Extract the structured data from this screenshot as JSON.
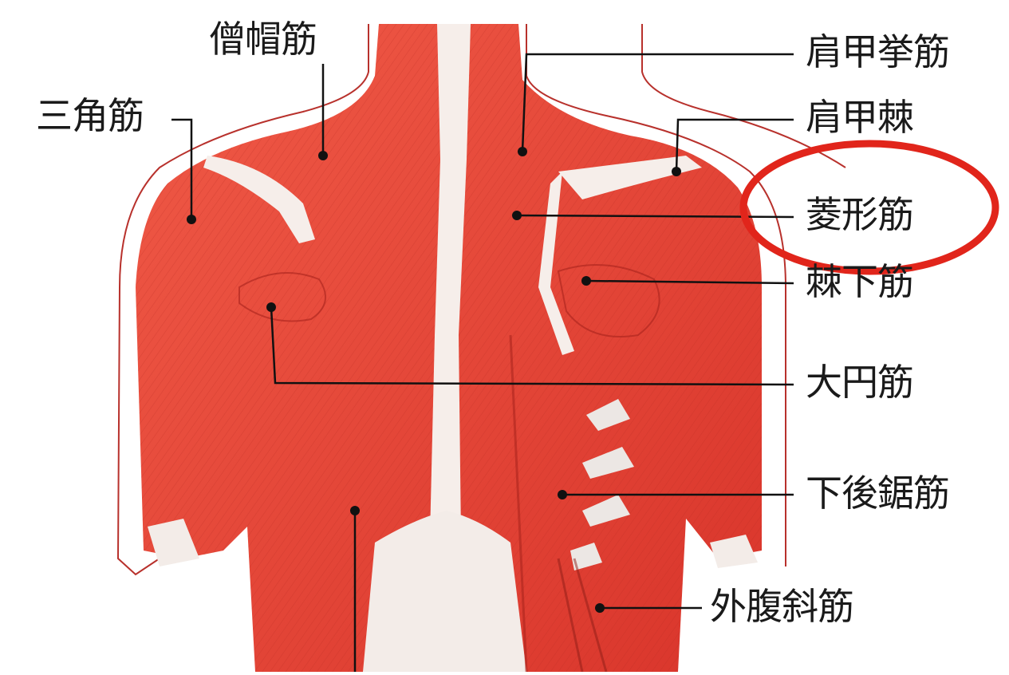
{
  "diagram": {
    "labels": {
      "trapezius": "僧帽筋",
      "deltoid": "三角筋",
      "levator_scapulae": "肩甲挙筋",
      "scapular_spine": "肩甲棘",
      "rhomboid": "菱形筋",
      "infraspinatus": "棘下筋",
      "teres_major": "大円筋",
      "serratus_posterior_inferior": "下後鋸筋",
      "external_oblique": "外腹斜筋"
    },
    "highlight": {
      "target": "rhomboid",
      "color": "#e1251b"
    },
    "colors": {
      "muscle": "#e8493a",
      "muscle_dark": "#c22a22",
      "tendon": "#f6eeea",
      "outline": "#b8312c",
      "leader": "#111111"
    }
  }
}
